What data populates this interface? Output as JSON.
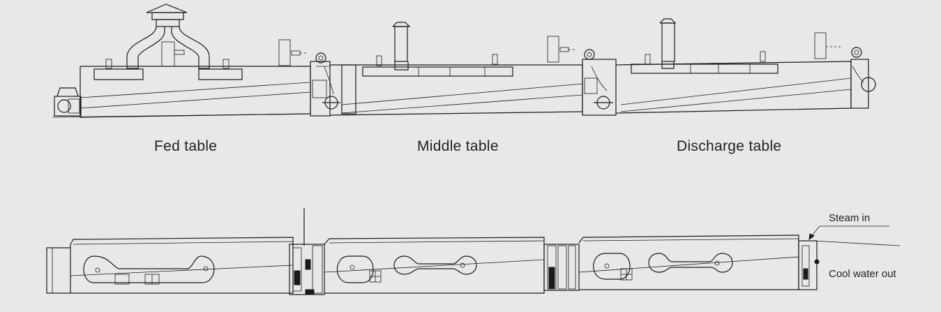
{
  "labels": {
    "fed_table": "Fed table",
    "middle_table": "Middle table",
    "discharge_table": "Discharge table",
    "steam_in": "Steam in",
    "cool_water_out": "Cool water out"
  },
  "colors": {
    "background": "#e9e8e8",
    "line": "#1a1a1a"
  }
}
